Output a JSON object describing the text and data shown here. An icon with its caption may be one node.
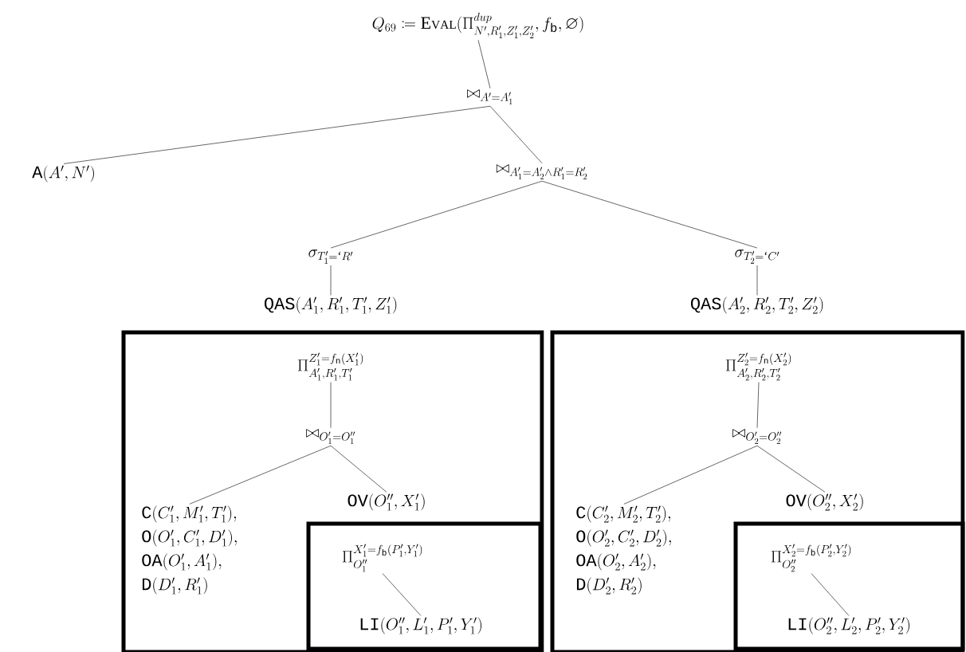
{
  "diagram": {
    "nodes": [
      {
        "text": [
          "Q_{69} \\coloneqq \\mathrm{E}{\\scriptstyle\\mathrm{VAL}}(\\Pi^{dup}_{N',R'_1,Z'_1,Z'_2}, f_{\\mathtt{b}}, \\varnothing)"
        ]
      },
      {
        "text": [
          "\\bowtie_{A'=A'_1}"
        ]
      },
      {
        "text": [
          "\\mathtt{A}(A',N')"
        ]
      },
      {
        "text": [
          "\\bowtie_{A'_1=A'_2\\wedge R'_1=R'_2}"
        ]
      },
      {
        "text": [
          "\\sigma_{T'_1=\\text{`}R'}"
        ]
      },
      {
        "text": [
          "\\mathtt{QAS}(A'_1,R'_1,T'_1,Z'_1)"
        ]
      },
      {
        "text": [],
        "shape": "box"
      },
      {
        "text": [
          "\\Pi^{Z'_1=f_{\\mathtt{n}}(X'_1)}_{A'_1,R'_1,T'_1}"
        ],
        "in": 6
      },
      {
        "text": [
          "\\bowtie_{O'_1=O''_1}"
        ],
        "in": 6
      },
      {
        "text": [
          "\\mathtt{C}(C'_1,M'_1,T'_1),",
          "\\mathtt{O}(O'_1,C'_1,D'_1),",
          "\\mathtt{OA}(O'_1,A'_1),",
          "\\mathtt{D}(D'_1,R'_1)"
        ],
        "in": 6
      },
      {
        "text": [
          "\\mathtt{OV}(O''_1,X'_1)"
        ],
        "in": 6
      },
      {
        "text": [],
        "shape": "box",
        "in": 6
      },
      {
        "text": [
          "\\Pi^{X'_1=f_{\\mathtt{b}}(P'_1,Y'_1)}_{O''_1}"
        ],
        "in": 11
      },
      {
        "text": [
          "\\mathtt{LI}(O''_1,L'_1,P'_1,Y'_1)"
        ],
        "in": 11
      },
      {
        "text": [
          "\\sigma_{T'_2=\\text{`}C'}"
        ]
      },
      {
        "text": [
          "\\mathtt{QAS}(A'_2,R'_2,T'_2,Z'_2)"
        ]
      },
      {
        "text": [],
        "shape": "box"
      },
      {
        "text": [
          "\\Pi^{Z'_2=f_{\\mathtt{n}}(X'_2)}_{A'_2,R'_2,T'_2}"
        ],
        "in": 16
      },
      {
        "text": [
          "\\bowtie_{O'_2=O''_2}"
        ],
        "in": 16
      },
      {
        "text": [
          "\\mathtt{C}(C'_2,M'_2,T'_2),",
          "\\mathtt{O}(O'_2,C'_2,D'_2),",
          "\\mathtt{OA}(O'_2,A'_2),",
          "\\mathtt{D}(D'_2,R'_2)"
        ],
        "in": 16
      },
      {
        "text": [
          "\\mathtt{OV}(O''_2,X'_2)"
        ],
        "in": 16
      },
      {
        "text": [],
        "shape": "box",
        "in": 16
      },
      {
        "text": [
          "\\Pi^{X'_2=f_{\\mathtt{b}}(P'_2,Y'_2)}_{O''_2}"
        ],
        "in": 21
      },
      {
        "text": [
          "\\mathtt{LI}(O''_2,L'_2,P'_2,Y'_2)"
        ],
        "in": 21
      }
    ],
    "edges": [
      {
        "from": 0,
        "to": 1,
        "arrow": "none"
      },
      {
        "from": 1,
        "to": 2,
        "arrow": "none"
      },
      {
        "from": 1,
        "to": 3,
        "arrow": "none"
      },
      {
        "from": 3,
        "to": 4,
        "arrow": "none"
      },
      {
        "from": 3,
        "to": 14,
        "arrow": "none"
      },
      {
        "from": 4,
        "to": 5,
        "arrow": "none"
      },
      {
        "from": 7,
        "to": 8,
        "arrow": "none"
      },
      {
        "from": 8,
        "to": 9,
        "arrow": "none"
      },
      {
        "from": 8,
        "to": 10,
        "arrow": "none"
      },
      {
        "from": 12,
        "to": 13,
        "arrow": "none"
      },
      {
        "from": 14,
        "to": 15,
        "arrow": "none"
      },
      {
        "from": 17,
        "to": 18,
        "arrow": "none"
      },
      {
        "from": 18,
        "to": 19,
        "arrow": "none"
      },
      {
        "from": 18,
        "to": 20,
        "arrow": "none"
      },
      {
        "from": 22,
        "to": 23,
        "arrow": "none"
      }
    ]
  }
}
